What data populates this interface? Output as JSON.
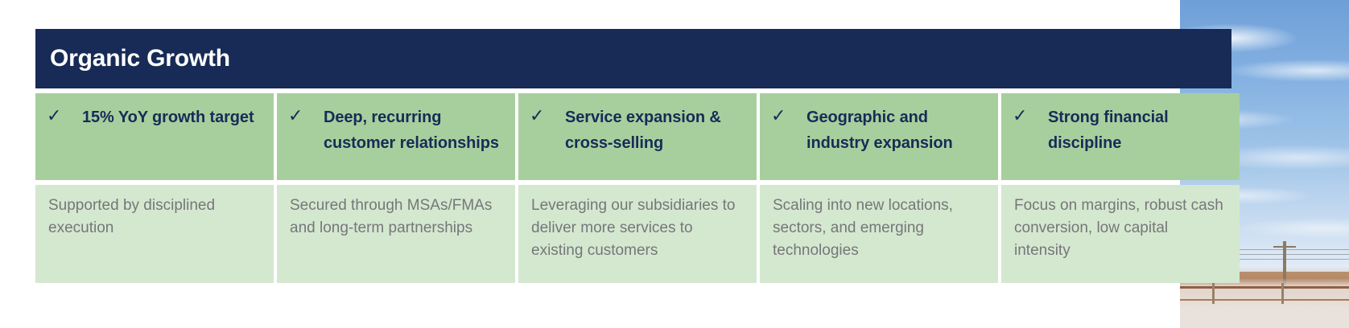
{
  "header": {
    "title": "Organic Growth",
    "background_color": "#182B56",
    "text_color": "#FFFFFF"
  },
  "colors": {
    "navy": "#182B56",
    "pillar_green": "#A7CF9E",
    "detail_green": "#D4E8CF",
    "body_text_gray": "#76767A",
    "page_background": "#FFFFFF"
  },
  "icons": {
    "check": "✓"
  },
  "columns": [
    {
      "check": "✓",
      "title": "15% YoY growth target",
      "detail": "Supported by disciplined execution"
    },
    {
      "check": "✓",
      "title": "Deep, recurring customer relationships",
      "detail": "Secured through MSAs/FMAs and long-term partnerships"
    },
    {
      "check": "✓",
      "title": "Service expansion & cross-selling",
      "detail": "Leveraging our subsidiaries to deliver more services to existing customers"
    },
    {
      "check": "✓",
      "title": "Geographic and industry expansion",
      "detail": "Scaling into new locations, sectors, and emerging technologies"
    },
    {
      "check": "✓",
      "title": "Strong financial discipline",
      "detail": "Focus on margins, robust cash conversion, low capital intensity"
    }
  ],
  "background_photo": {
    "description": "landscape-photo-sky-and-field"
  }
}
